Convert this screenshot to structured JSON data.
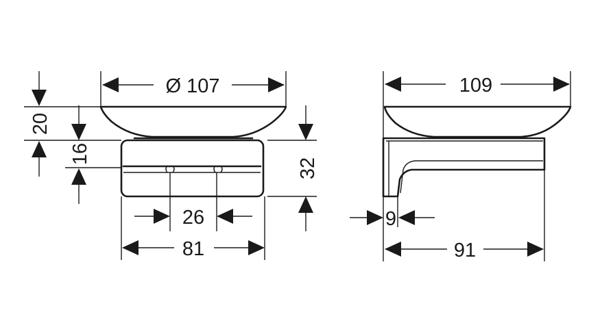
{
  "dimensions": {
    "soap_dish_diameter": "Ø 107",
    "dish_height": "20",
    "holder_height": "16",
    "total_mount_height": "32",
    "screw_spacing": "26",
    "plate_width": "81",
    "total_depth": "109",
    "wall_plate_thickness": "9",
    "projection": "91"
  }
}
